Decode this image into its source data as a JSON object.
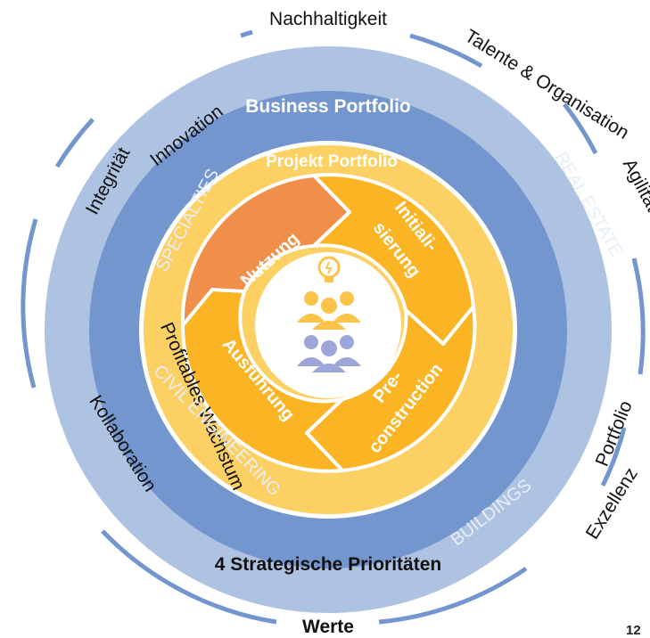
{
  "outer_ring": {
    "values": [
      "Nachhaltigkeit",
      "Talente & Organisation",
      "Agilität",
      "Portfolio",
      "Exzellenz",
      "Werte",
      "Kollaboration",
      "Profitables Wachstum",
      "Integrität",
      "Innovation"
    ]
  },
  "strategic_ring": {
    "title": "Business Portfolio",
    "footer": "4 Strategische Prioritäten",
    "segments": [
      "SPECIALTIES",
      "REAL ESTATE",
      "BUILDINGS",
      "CIVIL ENGINEERING"
    ]
  },
  "project_ring": {
    "title": "Projekt Portfolio",
    "phases": [
      {
        "line1": "Nutzung",
        "line2": ""
      },
      {
        "line1": "Initiali-",
        "line2": "sierung"
      },
      {
        "line1": "Pre-",
        "line2": "construction"
      },
      {
        "line1": "Ausführung",
        "line2": ""
      }
    ]
  },
  "colors": {
    "light_blue": "#aec3e2",
    "mid_blue": "#7396cf",
    "light_orange": "#fdd063",
    "orange": "#fbb423",
    "dark_orange": "#ef8f49",
    "icon_orange": "#fcc349",
    "icon_purple": "#9da6d9",
    "center": "#ffffff"
  },
  "center_icon": "team-idea-icon",
  "page_number": "12"
}
